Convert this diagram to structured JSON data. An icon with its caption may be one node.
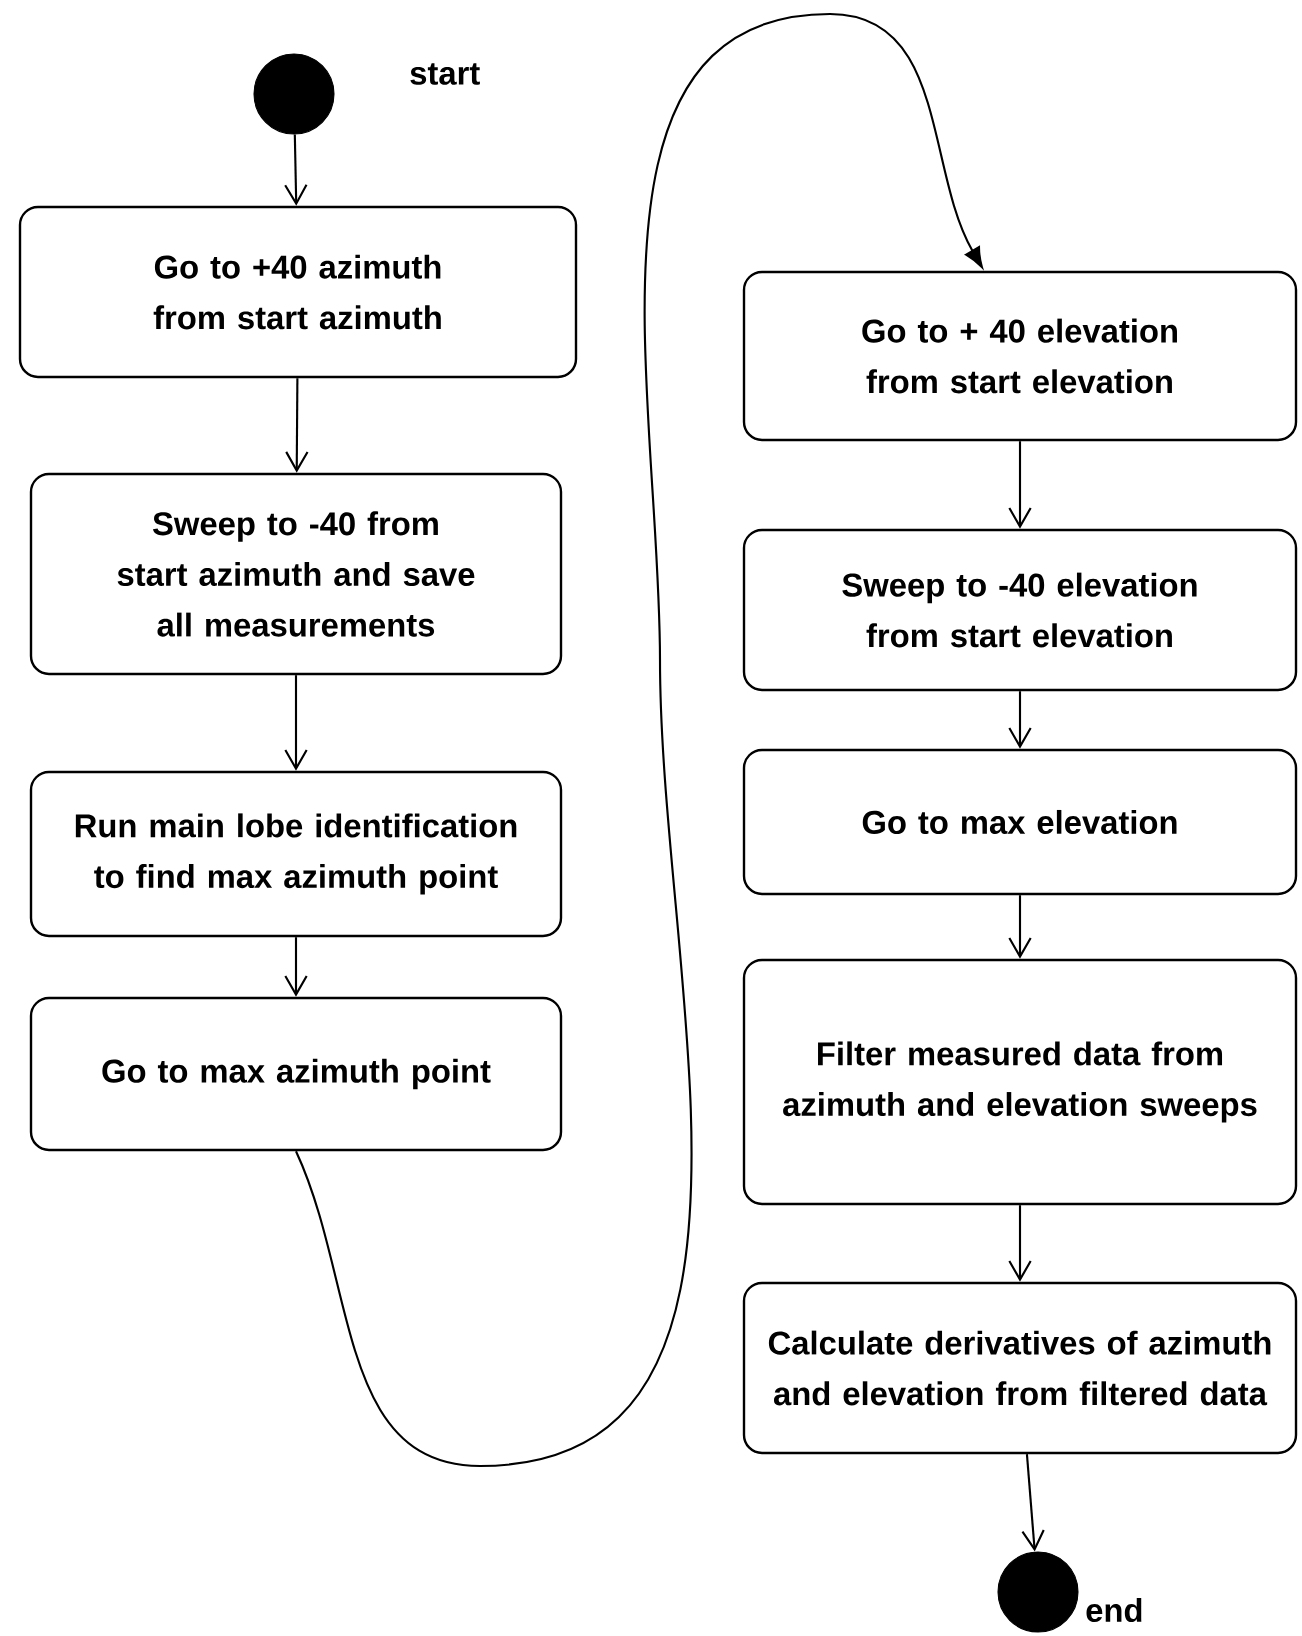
{
  "diagram": {
    "nodes": [
      {
        "text": [],
        "shape": "circle",
        "beside": [
          "start"
        ]
      },
      {
        "text": [
          "Go to +40 azimuth from start azimuth"
        ]
      },
      {
        "text": [
          "Sweep to -40 from start azimuth and save all measurements"
        ]
      },
      {
        "text": [
          "Run main lobe identification to find max azimuth point"
        ]
      },
      {
        "text": [
          "Go to max azimuth point"
        ]
      },
      {
        "text": [
          "Go to + 40 elevation from start elevation"
        ]
      },
      {
        "text": [
          "Sweep to -40 elevation from start elevation"
        ]
      },
      {
        "text": [
          "Go to max elevation"
        ]
      },
      {
        "text": [
          "Filter measured data from azimuth and elevation sweeps"
        ]
      },
      {
        "text": [
          "Calculate derivatives of azimuth and elevation from filtered data"
        ]
      },
      {
        "text": [],
        "shape": "circle",
        "beside": [
          "end"
        ]
      }
    ],
    "edges": [
      {
        "from": 0,
        "to": 1,
        "arrow": "to"
      },
      {
        "from": 1,
        "to": 2,
        "arrow": "to"
      },
      {
        "from": 2,
        "to": 3,
        "arrow": "to"
      },
      {
        "from": 3,
        "to": 4,
        "arrow": "to"
      },
      {
        "from": 4,
        "to": 5,
        "arrow": "to"
      },
      {
        "from": 5,
        "to": 6,
        "arrow": "to"
      },
      {
        "from": 6,
        "to": 7,
        "arrow": "to"
      },
      {
        "from": 7,
        "to": 8,
        "arrow": "to"
      },
      {
        "from": 8,
        "to": 9,
        "arrow": "to"
      },
      {
        "from": 9,
        "to": 10,
        "arrow": "to"
      }
    ]
  }
}
